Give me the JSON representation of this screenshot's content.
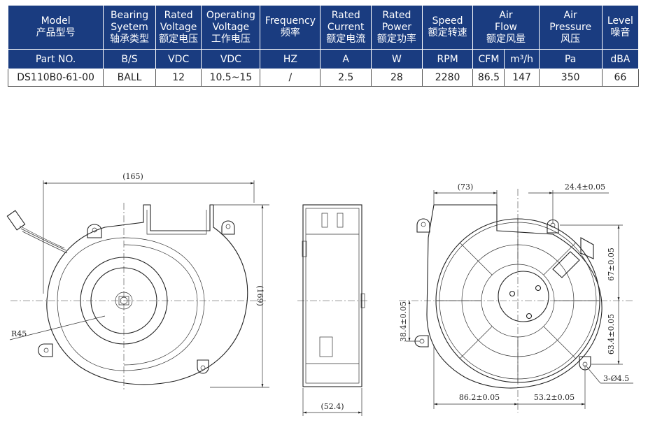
{
  "table": {
    "headers": [
      {
        "en": "Model",
        "cn": "产品型号"
      },
      {
        "en": "Bearing\nSyetem",
        "cn": "轴承类型"
      },
      {
        "en": "Rated\nVoltage",
        "cn": "额定电压"
      },
      {
        "en": "Operating\nVoltage",
        "cn": "工作电压"
      },
      {
        "en": "Frequency",
        "cn": "频率"
      },
      {
        "en": "Rated\nCurrent",
        "cn": "额定电流"
      },
      {
        "en": "Rated\nPower",
        "cn": "额定功率"
      },
      {
        "en": "Speed",
        "cn": "额定转速"
      },
      {
        "en": "Air\nFlow",
        "cn": "额定风量"
      },
      {
        "en": "Air\nPressure",
        "cn": "风压"
      },
      {
        "en": "Level",
        "cn": "噪音"
      }
    ],
    "units": [
      "Part NO.",
      "B/S",
      "VDC",
      "VDC",
      "HZ",
      "A",
      "W",
      "RPM",
      "CFM",
      "m³/h",
      "Pa",
      "dBA"
    ],
    "values": [
      "DS110B0-61-00",
      "BALL",
      "12",
      "10.5~15",
      "/",
      "2.5",
      "28",
      "2280",
      "86.5",
      "147",
      "350",
      "66"
    ]
  },
  "dimensions": {
    "front_width": "(165)",
    "front_height": "(169)",
    "radius": "R45",
    "side_depth": "(52.4)",
    "back_top_width": "(73)",
    "back_top_offset": "24.4±0.05",
    "back_right_upper": "67±0.05",
    "back_right_lower": "63.4±0.05",
    "back_left_height": "38.4±0.05",
    "back_bottom_left": "86.2±0.05",
    "back_bottom_right": "53.2±0.05",
    "holes": "3-Ø4.5"
  }
}
